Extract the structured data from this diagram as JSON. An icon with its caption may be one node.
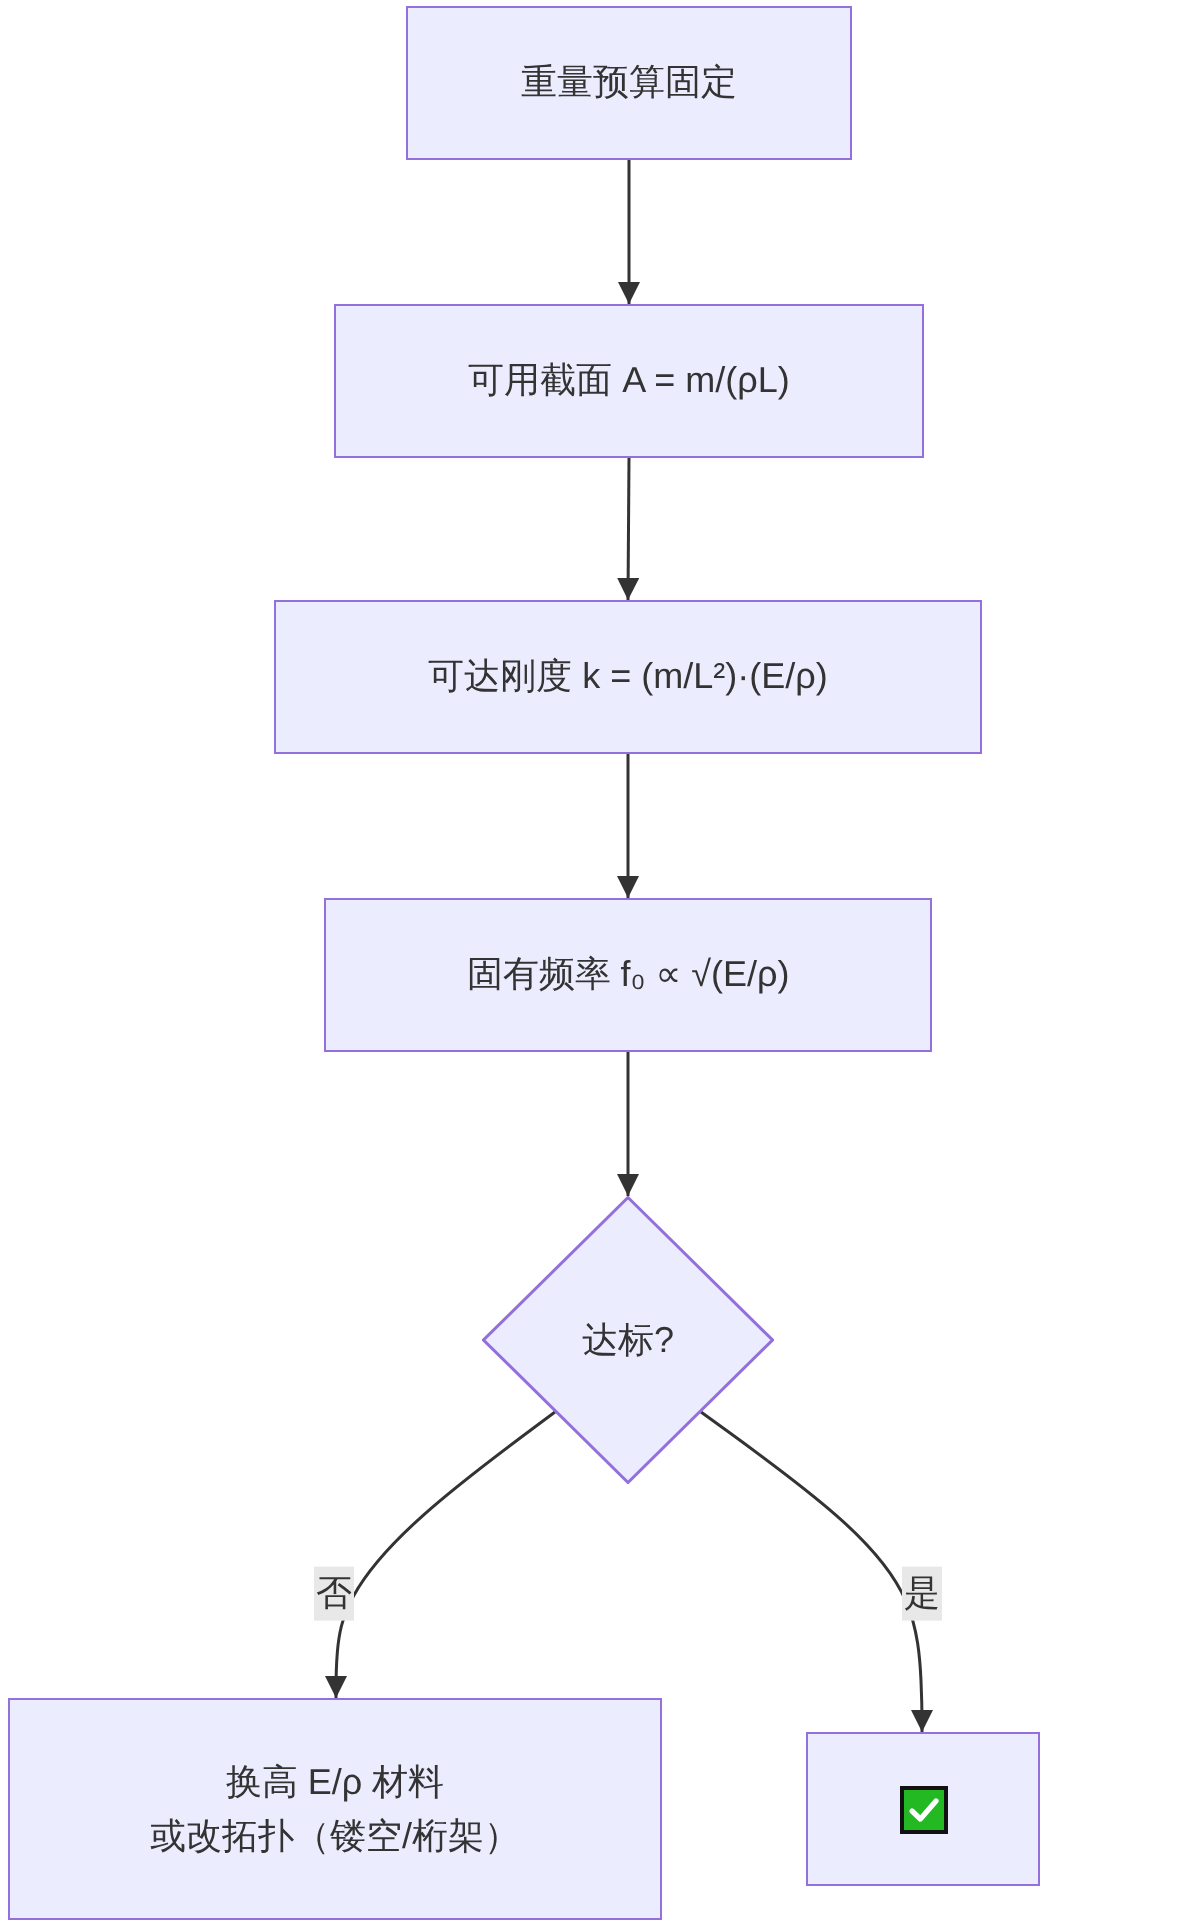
{
  "diagram": {
    "nodes": [
      {
        "text": [
          "重量预算固定"
        ]
      },
      {
        "text": [
          "可用截面 A = m/(ρL)"
        ]
      },
      {
        "text": [
          "可达刚度 k = (m/L²)·(E/ρ)"
        ]
      },
      {
        "text": [
          "固有频率 f₀ ∝ √(E/ρ)"
        ]
      },
      {
        "text": [
          "达标?"
        ]
      },
      {
        "text": [
          "换高 E/ρ 材料",
          "或改拓扑（镂空/桁架）"
        ]
      },
      {
        "text": [],
        "shape": "box"
      }
    ],
    "edges": [
      {
        "from": 0,
        "to": 1,
        "arrow": "to"
      },
      {
        "from": 1,
        "to": 2,
        "arrow": "to"
      },
      {
        "from": 2,
        "to": 3,
        "arrow": "to"
      },
      {
        "from": 3,
        "to": 4,
        "arrow": "to"
      },
      {
        "from": 4,
        "to": 5,
        "label": "否",
        "arrow": "to"
      },
      {
        "from": 4,
        "to": 6,
        "label": "是",
        "arrow": "to"
      }
    ]
  }
}
